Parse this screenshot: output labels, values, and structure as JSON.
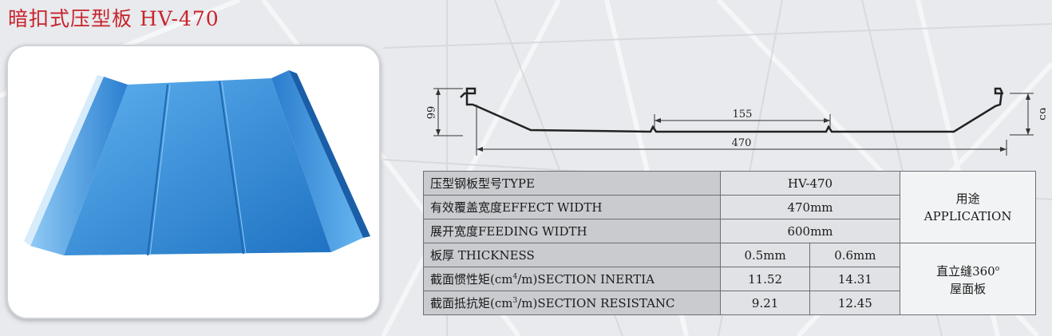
{
  "title": "暗扣式压型板 HV-470",
  "diagram": {
    "dim_left": "66",
    "dim_right": "65",
    "dim_rib": "155",
    "dim_width": "470"
  },
  "table": {
    "rows": [
      {
        "label": "压型钢板型号TYPE",
        "value": "HV-470"
      },
      {
        "label": "有效覆盖宽度EFFECT WIDTH",
        "value": "470mm"
      },
      {
        "label": "展开宽度FEEDING WIDTH",
        "value": "600mm"
      }
    ],
    "thickness": {
      "label": "板厚 THICKNESS",
      "v1": "0.5mm",
      "v2": "0.6mm"
    },
    "inertia": {
      "label_pre": "截面惯性矩(cm",
      "sup": "4",
      "label_post": "/m)SECTION INERTIA",
      "v1": "11.52",
      "v2": "14.31"
    },
    "resistance": {
      "label_pre": "截面抵抗矩(cm",
      "sup": "3",
      "label_post": "/m)SECTION RESISTANC",
      "v1": "9.21",
      "v2": "12.45"
    },
    "application": {
      "cn": "用途",
      "en": "APPLICATION"
    },
    "usage": {
      "line1": "直立缝360",
      "deg": "o",
      "line2": "屋面板"
    }
  },
  "colors": {
    "title": "#c8232c",
    "panel": "#2f86d6",
    "label_cell": "#c9cbcf",
    "value_cell": "#e0e2e5"
  }
}
